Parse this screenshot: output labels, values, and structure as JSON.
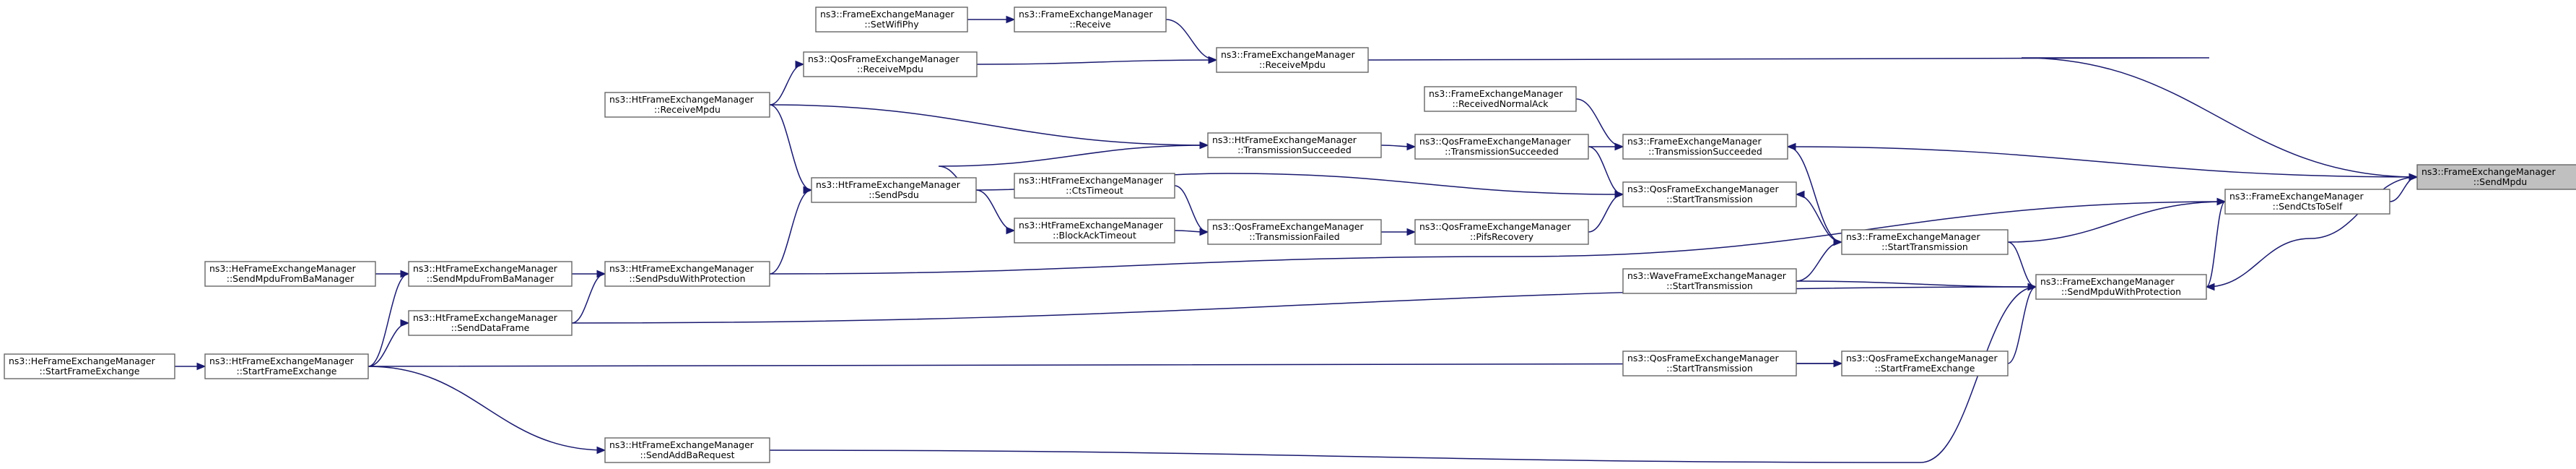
{
  "graph": {
    "colors": {
      "edge": "#191970",
      "node_border": "#666666",
      "root_fill": "#c0c0c0",
      "node_fill": "#ffffff"
    },
    "nodes": [
      {
        "id": "root",
        "lines": [
          "ns3::FrameExchangeManager",
          "::SendMpdu"
        ]
      },
      {
        "id": "fem_setwifiphy",
        "lines": [
          "ns3::FrameExchangeManager",
          "::SetWifiPhy"
        ]
      },
      {
        "id": "fem_receive",
        "lines": [
          "ns3::FrameExchangeManager",
          "::Receive"
        ]
      },
      {
        "id": "fem_receivempdu",
        "lines": [
          "ns3::FrameExchangeManager",
          "::ReceiveMpdu"
        ]
      },
      {
        "id": "qfem_receivempdu",
        "lines": [
          "ns3::QosFrameExchangeManager",
          "::ReceiveMpdu"
        ]
      },
      {
        "id": "htfem_receivempdu",
        "lines": [
          "ns3::HtFrameExchangeManager",
          "::ReceiveMpdu"
        ]
      },
      {
        "id": "fem_receivednormalack",
        "lines": [
          "ns3::FrameExchangeManager",
          "::ReceivedNormalAck"
        ]
      },
      {
        "id": "fem_transmissionsucceeded",
        "lines": [
          "ns3::FrameExchangeManager",
          "::TransmissionSucceeded"
        ]
      },
      {
        "id": "htfem_transmissionsucceeded",
        "lines": [
          "ns3::HtFrameExchangeManager",
          "::TransmissionSucceeded"
        ]
      },
      {
        "id": "qfem_transmissionsucceeded",
        "lines": [
          "ns3::QosFrameExchangeManager",
          "::TransmissionSucceeded"
        ]
      },
      {
        "id": "htfem_ctstimeout",
        "lines": [
          "ns3::HtFrameExchangeManager",
          "::CtsTimeout"
        ]
      },
      {
        "id": "htfem_sendpsdu",
        "lines": [
          "ns3::HtFrameExchangeManager",
          "::SendPsdu"
        ]
      },
      {
        "id": "qfem_starttransmission",
        "lines": [
          "ns3::QosFrameExchangeManager",
          "::StartTransmission"
        ]
      },
      {
        "id": "fem_sendctstoself",
        "lines": [
          "ns3::FrameExchangeManager",
          "::SendCtsToSelf"
        ]
      },
      {
        "id": "htfem_blockacktimeout",
        "lines": [
          "ns3::HtFrameExchangeManager",
          "::BlockAckTimeout"
        ]
      },
      {
        "id": "qfem_transmissionfailed",
        "lines": [
          "ns3::QosFrameExchangeManager",
          "::TransmissionFailed"
        ]
      },
      {
        "id": "qfem_pifsrecovery",
        "lines": [
          "ns3::QosFrameExchangeManager",
          "::PifsRecovery"
        ]
      },
      {
        "id": "fem_starttransmission",
        "lines": [
          "ns3::FrameExchangeManager",
          "::StartTransmission"
        ]
      },
      {
        "id": "hefem_sendmpdufrombamanager",
        "lines": [
          "ns3::HeFrameExchangeManager",
          "::SendMpduFromBaManager"
        ]
      },
      {
        "id": "htfem_sendmpdufrombamanager",
        "lines": [
          "ns3::HtFrameExchangeManager",
          "::SendMpduFromBaManager"
        ]
      },
      {
        "id": "htfem_sendpsduwithprotection",
        "lines": [
          "ns3::HtFrameExchangeManager",
          "::SendPsduWithProtection"
        ]
      },
      {
        "id": "wavefem_starttransmission",
        "lines": [
          "ns3::WaveFrameExchangeManager",
          "::StartTransmission"
        ]
      },
      {
        "id": "fem_sendmpduwithprotection",
        "lines": [
          "ns3::FrameExchangeManager",
          "::SendMpduWithProtection"
        ]
      },
      {
        "id": "htfem_senddataframe",
        "lines": [
          "ns3::HtFrameExchangeManager",
          "::SendDataFrame"
        ]
      },
      {
        "id": "hefem_startframeexchange",
        "lines": [
          "ns3::HeFrameExchangeManager",
          "::StartFrameExchange"
        ]
      },
      {
        "id": "htfem_startframeexchange",
        "lines": [
          "ns3::HtFrameExchangeManager",
          "::StartFrameExchange"
        ]
      },
      {
        "id": "qfem_starttransmission2",
        "lines": [
          "ns3::QosFrameExchangeManager",
          "::StartTransmission"
        ]
      },
      {
        "id": "qfem_startframeexchange",
        "lines": [
          "ns3::QosFrameExchangeManager",
          "::StartFrameExchange"
        ]
      },
      {
        "id": "htfem_sendaddbarequest",
        "lines": [
          "ns3::HtFrameExchangeManager",
          "::SendAddBaRequest"
        ]
      }
    ],
    "edges": [
      {
        "from": "root",
        "to": "fem_receivempdu"
      },
      {
        "from": "root",
        "to": "fem_transmissionsucceeded"
      },
      {
        "from": "root",
        "to": "fem_sendctstoself"
      },
      {
        "from": "root",
        "to": "fem_sendmpduwithprotection"
      },
      {
        "from": "fem_receive",
        "to": "fem_setwifiphy"
      },
      {
        "from": "fem_receivempdu",
        "to": "fem_receive"
      },
      {
        "from": "fem_receivempdu",
        "to": "qfem_receivempdu"
      },
      {
        "from": "qfem_receivempdu",
        "to": "htfem_receivempdu"
      },
      {
        "from": "fem_transmissionsucceeded",
        "to": "fem_receivednormalack"
      },
      {
        "from": "fem_transmissionsucceeded",
        "to": "qfem_transmissionsucceeded"
      },
      {
        "from": "fem_transmissionsucceeded",
        "to": "fem_starttransmission"
      },
      {
        "from": "qfem_transmissionsucceeded",
        "to": "htfem_transmissionsucceeded"
      },
      {
        "from": "htfem_transmissionsucceeded",
        "to": "htfem_receivempdu"
      },
      {
        "from": "htfem_transmissionsucceeded",
        "to": "htfem_sendpsdu"
      },
      {
        "from": "htfem_sendpsdu",
        "to": "htfem_receivempdu"
      },
      {
        "from": "htfem_sendpsdu",
        "to": "htfem_sendpsduwithprotection"
      },
      {
        "from": "qfem_starttransmission",
        "to": "qfem_transmissionsucceeded"
      },
      {
        "from": "qfem_starttransmission",
        "to": "htfem_sendpsdu"
      },
      {
        "from": "qfem_starttransmission",
        "to": "qfem_pifsrecovery"
      },
      {
        "from": "qfem_starttransmission",
        "to": "fem_starttransmission"
      },
      {
        "from": "fem_sendctstoself",
        "to": "htfem_sendpsduwithprotection"
      },
      {
        "from": "fem_sendctstoself",
        "to": "fem_starttransmission"
      },
      {
        "from": "qfem_transmissionfailed",
        "to": "htfem_ctstimeout"
      },
      {
        "from": "qfem_transmissionfailed",
        "to": "htfem_blockacktimeout"
      },
      {
        "from": "htfem_blockacktimeout",
        "to": "htfem_sendpsdu"
      },
      {
        "from": "qfem_pifsrecovery",
        "to": "qfem_transmissionfailed"
      },
      {
        "from": "fem_starttransmission",
        "to": "wavefem_starttransmission"
      },
      {
        "from": "fem_sendmpduwithprotection",
        "to": "fem_starttransmission"
      },
      {
        "from": "fem_sendmpduwithprotection",
        "to": "wavefem_starttransmission"
      },
      {
        "from": "fem_sendmpduwithprotection",
        "to": "htfem_senddataframe"
      },
      {
        "from": "fem_sendmpduwithprotection",
        "to": "qfem_startframeexchange"
      },
      {
        "from": "fem_sendmpduwithprotection",
        "to": "htfem_sendaddbarequest"
      },
      {
        "from": "fem_sendmpduwithprotection",
        "to": "fem_sendctstoself"
      },
      {
        "from": "htfem_sendpsduwithprotection",
        "to": "htfem_sendmpdufrombamanager"
      },
      {
        "from": "htfem_sendpsduwithprotection",
        "to": "htfem_senddataframe"
      },
      {
        "from": "htfem_sendmpdufrombamanager",
        "to": "hefem_sendmpdufrombamanager"
      },
      {
        "from": "htfem_sendmpdufrombamanager",
        "to": "htfem_startframeexchange"
      },
      {
        "from": "htfem_senddataframe",
        "to": "htfem_startframeexchange"
      },
      {
        "from": "htfem_startframeexchange",
        "to": "hefem_startframeexchange"
      },
      {
        "from": "qfem_startframeexchange",
        "to": "qfem_starttransmission2"
      },
      {
        "from": "qfem_startframeexchange",
        "to": "htfem_startframeexchange"
      },
      {
        "from": "htfem_sendaddbarequest",
        "to": "htfem_startframeexchange"
      }
    ]
  }
}
